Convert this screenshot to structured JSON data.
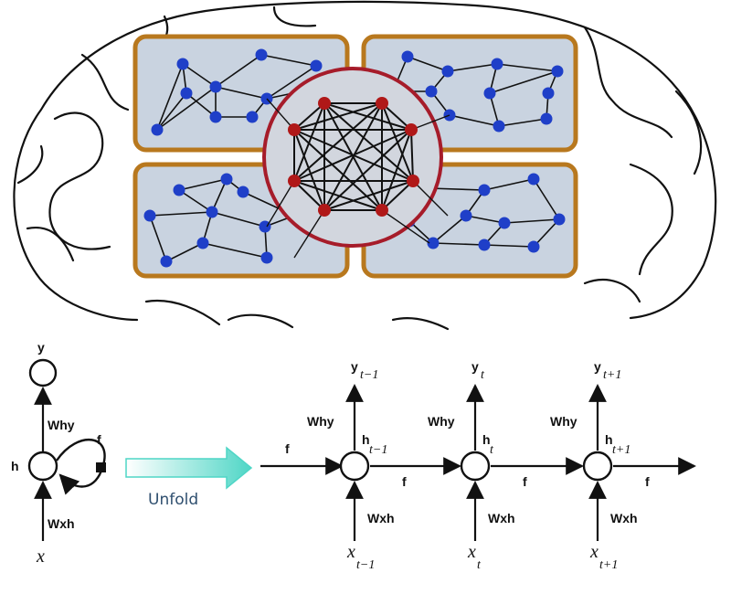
{
  "colors": {
    "panel_fill": "#c9d3e0",
    "panel_border": "#b8781e",
    "node_blue": "#1f3fc8",
    "node_red": "#b01818",
    "core_ring": "#a61c2a",
    "core_fill": "#d2d6de",
    "brain_outline": "#111111",
    "unfold_arrow": "#4fd6c6"
  },
  "brain_network": {
    "panels": 4,
    "core": "fully-connected-red-cluster"
  },
  "rnn_folded": {
    "output": "y",
    "hidden": "h",
    "input": "x",
    "w_hy": "Why",
    "w_xh": "Wxh",
    "recurrence": "f"
  },
  "unfold_label": "Unfold",
  "rnn_unrolled": {
    "steps": [
      {
        "y": "y",
        "y_sub": "t−1",
        "h": "h",
        "h_sub": "t−1",
        "x": "x",
        "x_sub": "t−1",
        "w_hy": "Why",
        "w_xh": "Wxh",
        "f_out": "f"
      },
      {
        "y": "y",
        "y_sub": "t",
        "h": "h",
        "h_sub": "t",
        "x": "x",
        "x_sub": "t",
        "w_hy": "Why",
        "w_xh": "Wxh",
        "f_out": "f"
      },
      {
        "y": "y",
        "y_sub": "t+1",
        "h": "h",
        "h_sub": "t+1",
        "x": "x",
        "x_sub": "t+1",
        "w_hy": "Why",
        "w_xh": "Wxh",
        "f_out": "f"
      }
    ],
    "f_in": "f"
  }
}
